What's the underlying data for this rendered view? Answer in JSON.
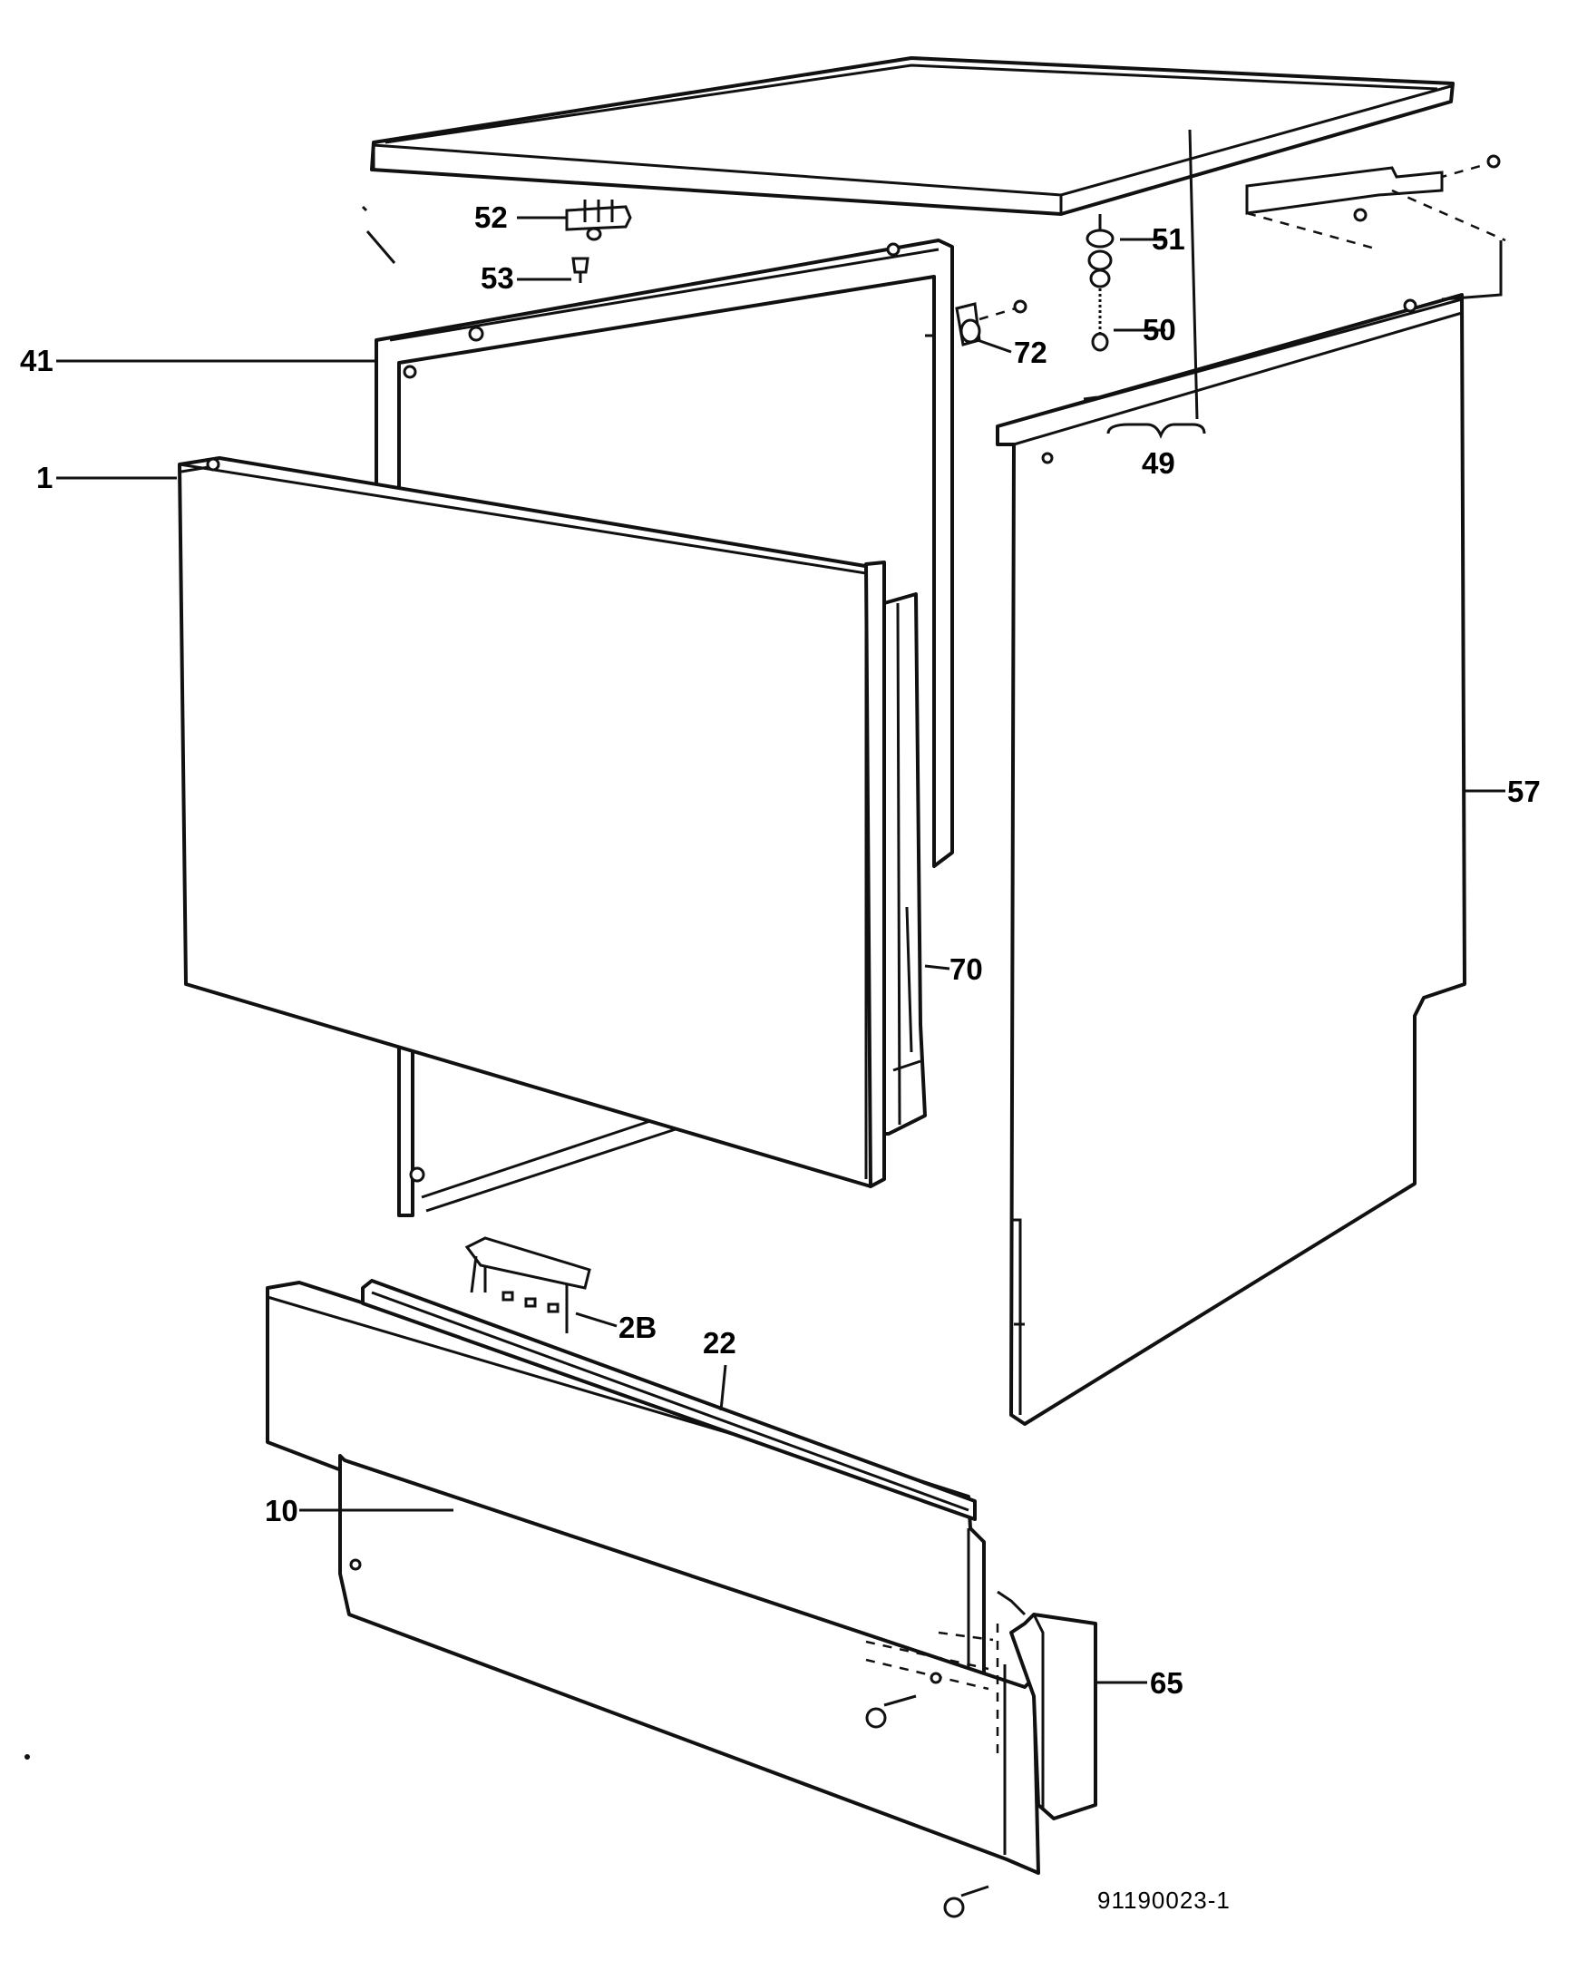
{
  "labels": {
    "p1": "1",
    "p41": "41",
    "p52": "52",
    "p53": "53",
    "p51": "51",
    "p50": "50",
    "p72": "72",
    "p49": "49",
    "p57": "57",
    "p70": "70",
    "p2b": "2B",
    "p22": "22",
    "p10": "10",
    "p65": "65"
  },
  "reference_code": "91190023-1",
  "colors": {
    "line": "#111111",
    "background": "#ffffff"
  }
}
